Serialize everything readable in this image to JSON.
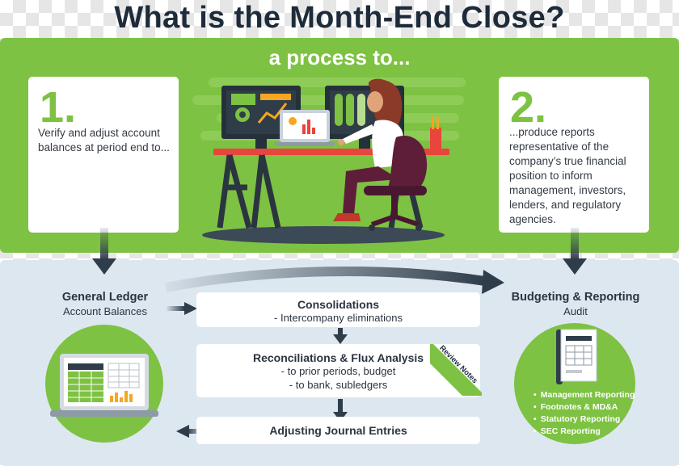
{
  "header": {
    "title": "What is the Month-End Close?"
  },
  "hero": {
    "subtitle": "a process to..."
  },
  "steps": [
    {
      "number": "1.",
      "text": "Verify and adjust account balances at period end to..."
    },
    {
      "number": "2.",
      "text": "...produce reports representative of the company’s true financial position to inform management, investors, lenders, and regulatory agencies."
    }
  ],
  "flow": {
    "general_ledger": {
      "title": "General Ledger",
      "subtitle": "Account Balances"
    },
    "budgeting": {
      "title": "Budgeting & Reporting",
      "subtitle": "Audit"
    },
    "consolidations": {
      "title": "Consolidations",
      "lines": [
        "- Intercompany eliminations"
      ]
    },
    "reconciliations": {
      "title": "Reconciliations & Flux Analysis",
      "lines": [
        "- to prior periods, budget",
        "- to bank, subledgers"
      ]
    },
    "review_notes": "Review Notes",
    "adjusting": {
      "title": "Adjusting Journal Entries"
    },
    "reports": [
      "Management Reporting",
      "Footnotes & MD&A",
      "Statutory Reporting",
      "SEC Reporting"
    ]
  },
  "colors": {
    "green": "#7dc242",
    "navy": "#1e2b3a",
    "panel_blue": "#dde7f0",
    "maroon": "#5e1e3a",
    "arrow": "#2f3d4b"
  },
  "icons": [
    "laptop-spreadsheet-icon",
    "report-binder-icon",
    "desk-workstation-illustration"
  ]
}
